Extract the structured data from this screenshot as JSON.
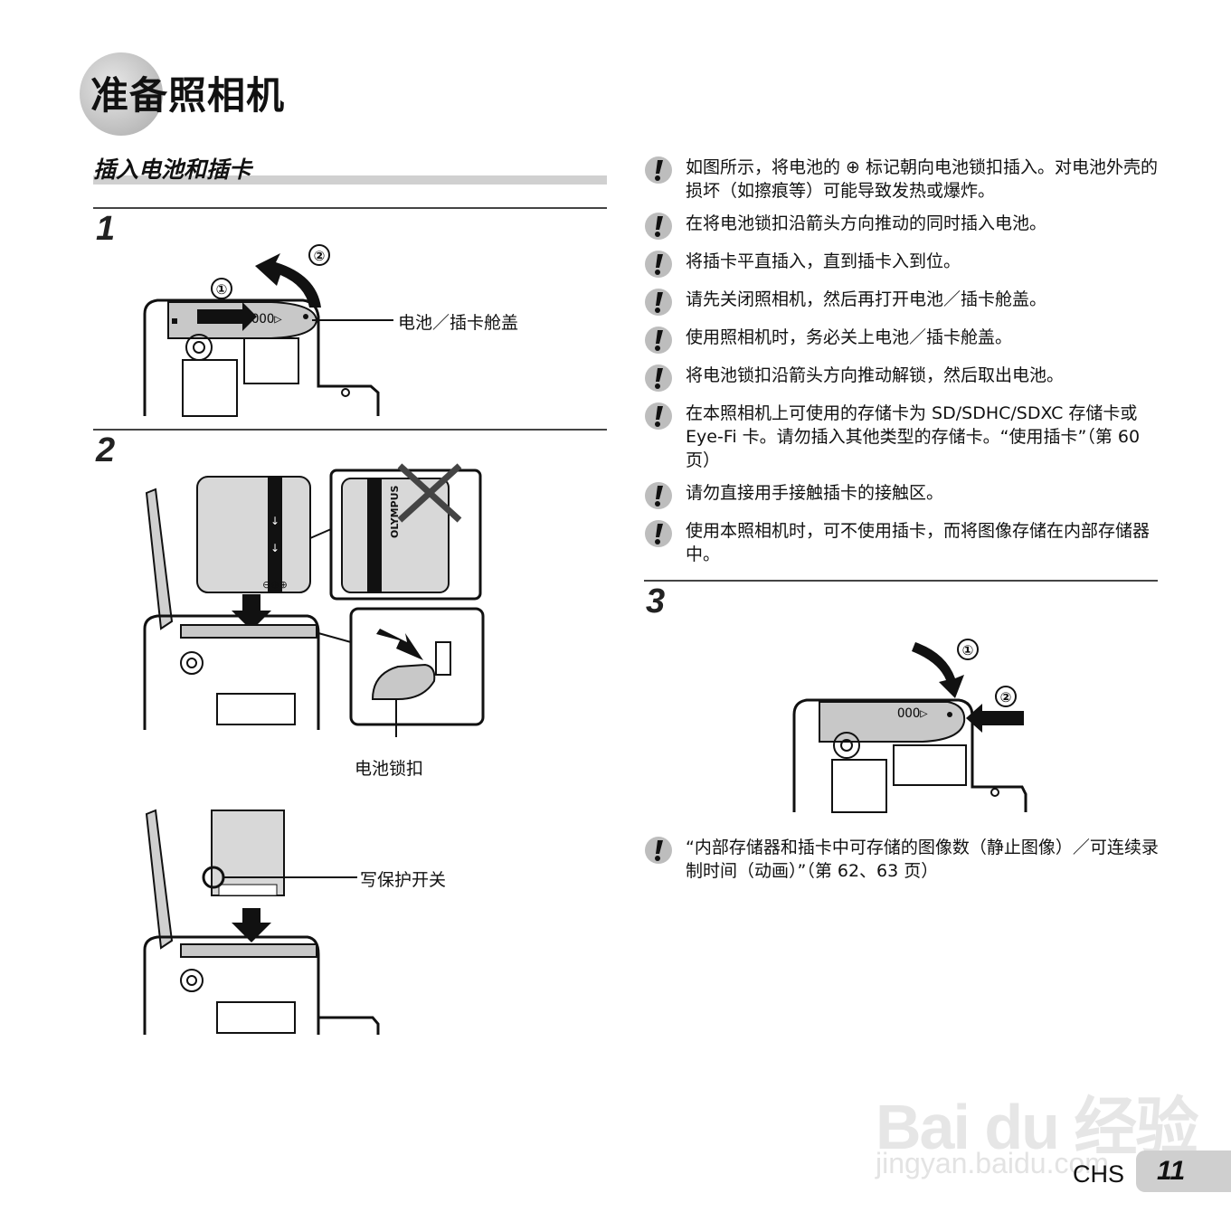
{
  "header": {
    "title": "准备照相机"
  },
  "section": {
    "title": "插入电池和插卡"
  },
  "steps": {
    "s1": "1",
    "s2": "2",
    "s3": "3"
  },
  "callouts": {
    "battery_cover": "电池／插卡舱盖",
    "battery_lock": "电池锁扣",
    "write_protect": "写保护开关"
  },
  "notes": [
    {
      "text": "如图所示，将电池的 ⊕ 标记朝向电池锁扣插入。对电池外壳的损坏（如擦痕等）可能导致发热或爆炸。"
    },
    {
      "text": "在将电池锁扣沿箭头方向推动的同时插入电池。"
    },
    {
      "text": "将插卡平直插入，直到插卡入到位。"
    },
    {
      "text": "请先关闭照相机，然后再打开电池／插卡舱盖。"
    },
    {
      "text": "使用照相机时，务必关上电池／插卡舱盖。"
    },
    {
      "text": "将电池锁扣沿箭头方向推动解锁，然后取出电池。"
    },
    {
      "text": "在本照相机上可使用的存储卡为 SD/SDHC/SDXC 存储卡或 Eye-Fi 卡。请勿插入其他类型的存储卡。“使用插卡”（第 60 页）"
    },
    {
      "text": "请勿直接用手接触插卡的接触区。"
    },
    {
      "text": "使用本照相机时，可不使用插卡，而将图像存储在内部存储器中。"
    }
  ],
  "note_step3": {
    "text": "“内部存储器和插卡中可存储的图像数（静止图像）／可连续录制时间（动画）”（第 62、63 页）"
  },
  "diagram_labels": {
    "n1": "①",
    "n2": "②",
    "brand": "OLYMPUS"
  },
  "footer": {
    "lang": "CHS",
    "page": "11"
  },
  "watermark": {
    "line1": "Bai du 经验",
    "line2": "jingyan.baidu.com"
  },
  "icons": [
    "caution-icon",
    "arrow-icon",
    "cross-icon"
  ]
}
